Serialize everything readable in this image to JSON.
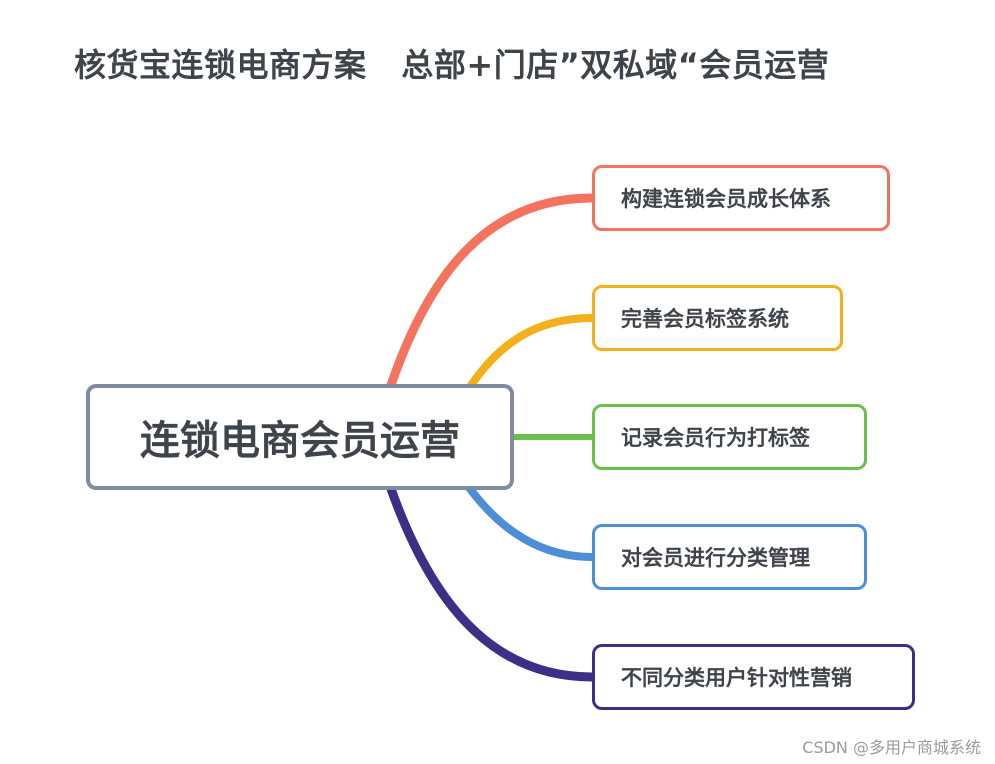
{
  "title": "核货宝连锁电商方案   总部+门店”双私域“会员运营",
  "mindmap": {
    "root": {
      "label": "连锁电商会员运营",
      "border_color": "#7f8b9e"
    },
    "branches": [
      {
        "label": "构建连锁会员成长体系",
        "color": "#f4735f"
      },
      {
        "label": "完善会员标签系统",
        "color": "#f4b01c"
      },
      {
        "label": "记录会员行为打标签",
        "color": "#6cbf4a"
      },
      {
        "label": "对会员进行分类管理",
        "color": "#4c8fd6"
      },
      {
        "label": "不同分类用户针对性营销",
        "color": "#3b2f86"
      }
    ]
  },
  "watermark": "CSDN @多用户商城系统"
}
